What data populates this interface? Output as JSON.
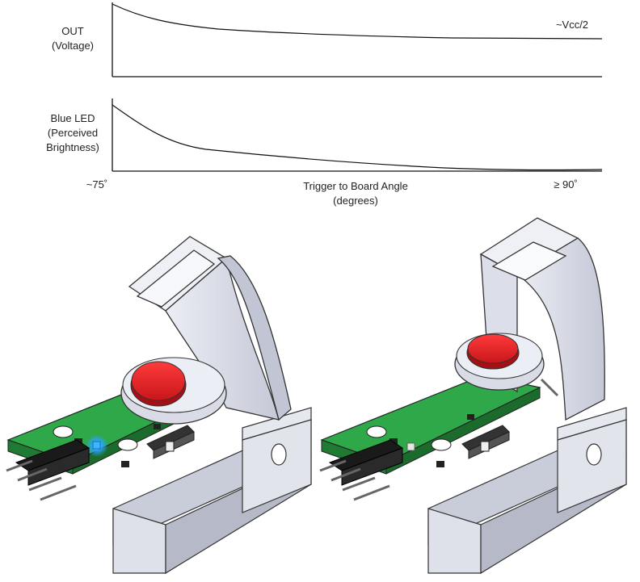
{
  "graphs": {
    "top": {
      "title_line1": "OUT",
      "title_line2": "(Voltage)",
      "annotation": "~Vcc/2"
    },
    "bottom": {
      "title_line1": "Blue LED",
      "title_line2": "(Perceived",
      "title_line3": "Brightness)"
    },
    "x_axis": {
      "start_label": "~75˚",
      "end_label": "≥ 90˚",
      "title_line1": "Trigger to Board Angle",
      "title_line2": "(degrees)"
    }
  },
  "colors": {
    "pcb": "#2fa84a",
    "pcb_dark": "#1f7a33",
    "housing": "#d9dbe6",
    "housing_shade": "#b8bbc9",
    "button": "#e8262b",
    "led_glow": "#2aa3ff"
  }
}
